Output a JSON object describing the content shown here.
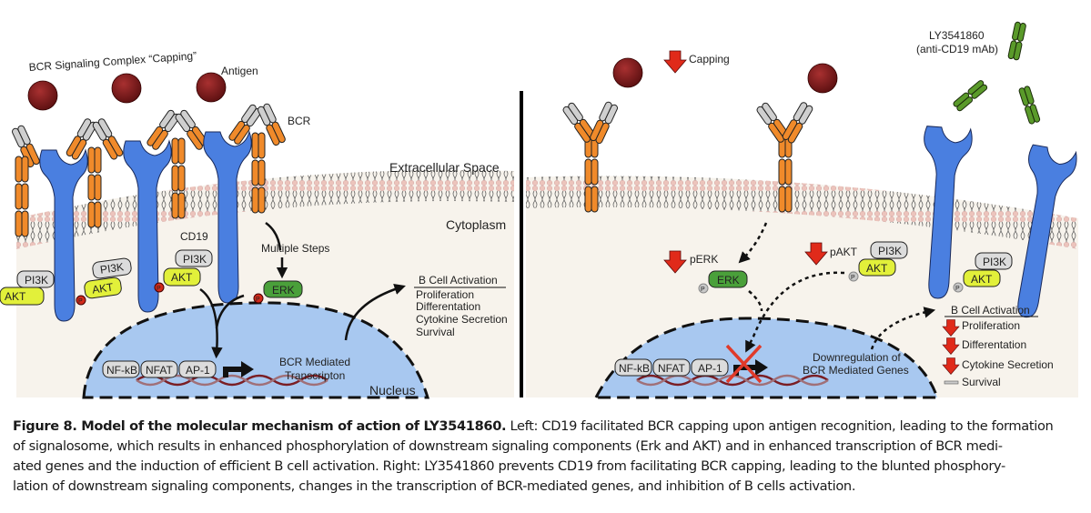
{
  "figure": {
    "left_panel": {
      "title_label": "BCR Signaling Complex “Capping”",
      "antigen_label": "Antigen",
      "bcr_label": "BCR",
      "cd19_label": "CD19",
      "extracellular_label": "Extracellular Space",
      "cytoplasm_label": "Cytoplasm",
      "multiple_steps_label": "Multiple Steps",
      "proteins": {
        "pi3k": "PI3K",
        "akt": "AKT",
        "erk": "ERK",
        "p": "P"
      },
      "transcription_factors": [
        "NF-kB",
        "NFAT",
        "AP-1"
      ],
      "transcription_label": [
        "BCR Mediated",
        "Transcripton"
      ],
      "nucleus_label": "Nucleus",
      "activation": {
        "heading": "B Cell Activation",
        "items": [
          "Proliferation",
          "Differentation",
          "Cytokine Secretion",
          "Survival"
        ]
      }
    },
    "right_panel": {
      "capping_label": "Capping",
      "drug_label": [
        "LY3541860",
        "(anti-CD19 mAb)"
      ],
      "perk_label": "pERK",
      "pakt_label": "pAKT",
      "proteins": {
        "pi3k": "PI3K",
        "akt": "AKT",
        "erk": "ERK",
        "p": "P"
      },
      "transcription_factors": [
        "NF-kB",
        "NFAT",
        "AP-1"
      ],
      "downregulation_label": [
        "Downregulation of",
        "BCR Mediated Genes"
      ],
      "activation": {
        "heading": "B Cell Activation",
        "items": [
          {
            "label": "Proliferation",
            "status": "decreased"
          },
          {
            "label": "Differentation",
            "status": "decreased"
          },
          {
            "label": "Cytokine Secretion",
            "status": "decreased"
          },
          {
            "label": "Survival",
            "status": "unchanged"
          }
        ]
      }
    },
    "colors": {
      "antigen": "#7a1a1a",
      "bcr_heavy": "#f08a2a",
      "bcr_light": "#c8c8c8",
      "cd19": "#4a7fe0",
      "antibody": "#5a9a2a",
      "akt": "#e2f03a",
      "erk": "#4aa03a",
      "pi3k": "#dcdcdc",
      "phospho_active": "#d22a1a",
      "phospho_inactive": "#c8c8c8",
      "down_arrow": "#e02a1a",
      "nucleus": "#a8c8f0",
      "cytoplasm": "#f7f3ec",
      "membrane_head": "#e8b8b0",
      "dna": "#7a1e24"
    }
  },
  "caption": {
    "bold": "Figure 8. Model of the molecular mechanism of action of LY3541860.",
    "lines": [
      " Left: CD19 facilitated BCR capping upon antigen recognition, leading to the formation",
      "of signalosome, which results in enhanced phosphorylation of downstream signaling components (Erk and AKT) and in enhanced transcription of BCR medi-",
      "ated genes and the induction of efficient B cell activation. Right: LY3541860 prevents CD19 from facilitating BCR capping, leading to the blunted phosphory-",
      "lation of downstream signaling components, changes in the transcription of BCR-mediated genes, and inhibition of B cells activation."
    ]
  }
}
